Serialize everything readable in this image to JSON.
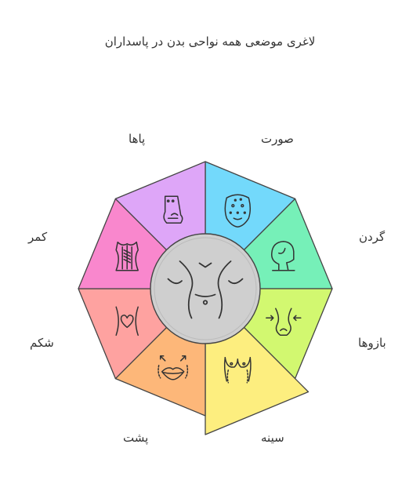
{
  "title": "لاغری موضعی همه نواحی بدن در پاسداران",
  "segments": [
    {
      "label": "صورت",
      "color": "#73d9fb",
      "icon": "face-mask-icon"
    },
    {
      "label": "گردن",
      "color": "#76f0b8",
      "icon": "neck-profile-icon"
    },
    {
      "label": "بازوها",
      "color": "#d2f870",
      "icon": "waist-arms-icon"
    },
    {
      "label": "سینه",
      "color": "#fdee7f",
      "icon": "chest-icon"
    },
    {
      "label": "پشت",
      "color": "#fdb779",
      "icon": "lips-expand-icon"
    },
    {
      "label": "شکم",
      "color": "#fea2a0",
      "icon": "abdomen-heart-icon"
    },
    {
      "label": "کمر",
      "color": "#f987cd",
      "icon": "corset-icon"
    },
    {
      "label": "پاها",
      "color": "#dea6f8",
      "icon": "foot-icon"
    }
  ],
  "center": {
    "icon": "torso-icon",
    "color": "#cfcfcf"
  }
}
